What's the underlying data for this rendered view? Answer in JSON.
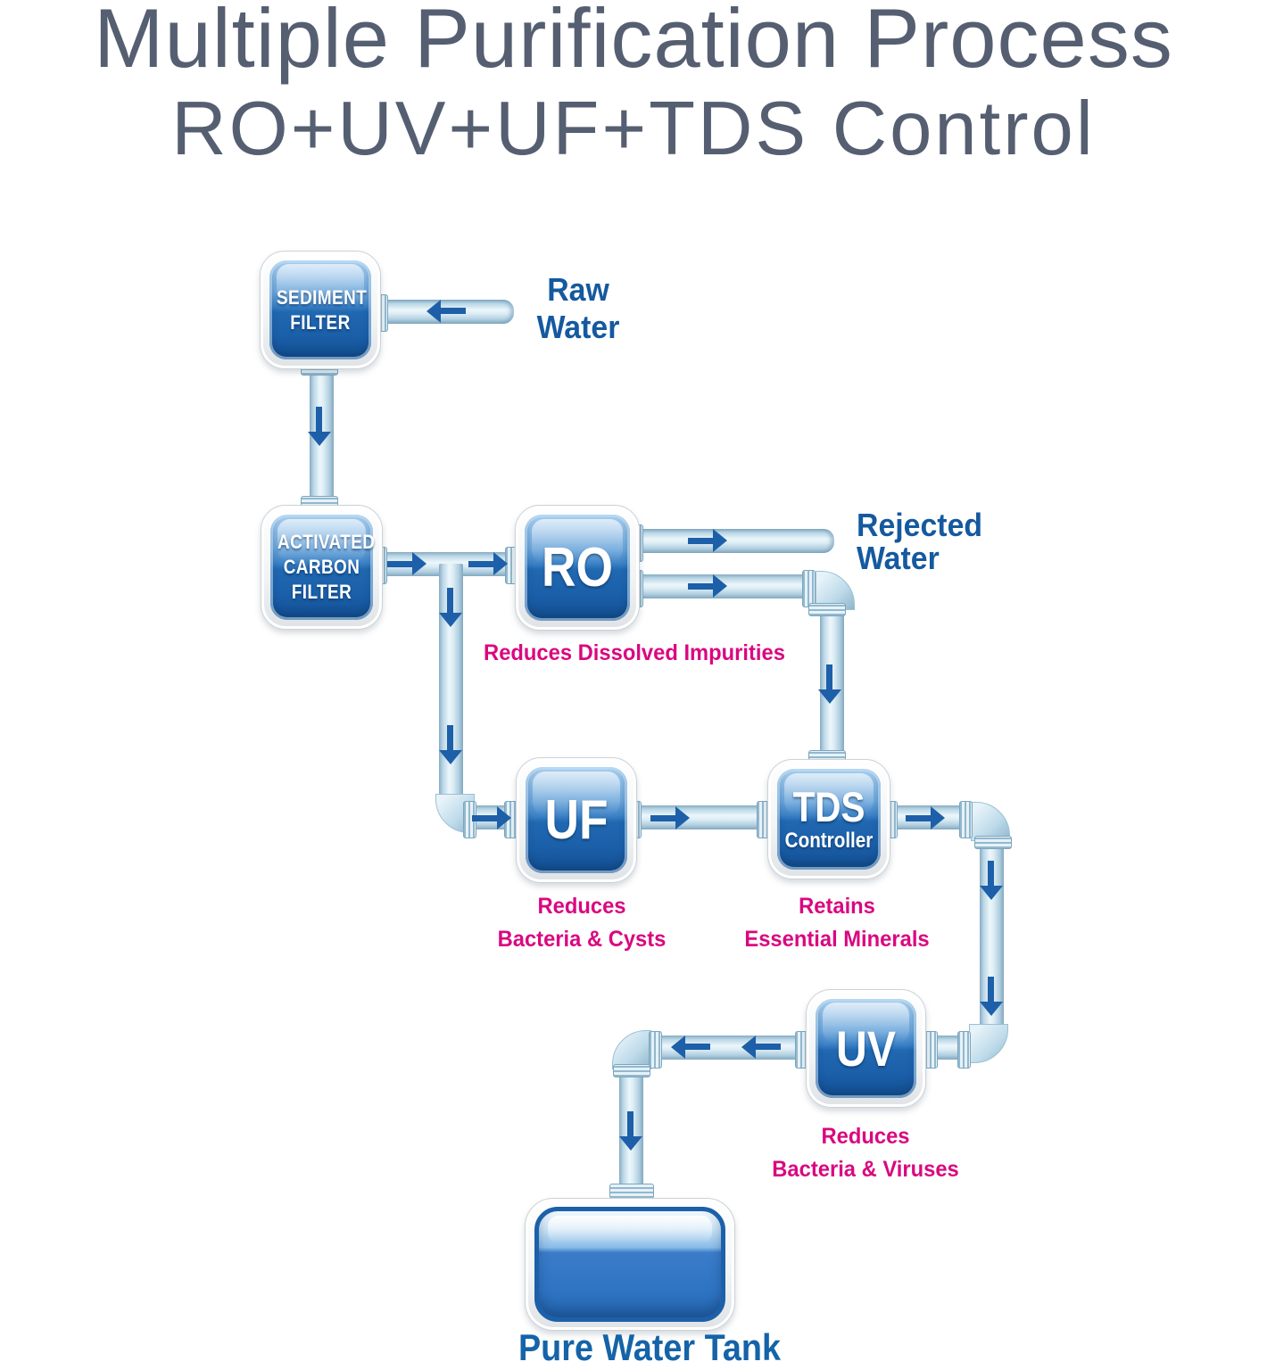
{
  "title": {
    "line1": "Multiple Purification Process",
    "line2": "RO+UV+UF+TDS Control"
  },
  "nodes": {
    "sediment": {
      "line1": "SEDIMENT",
      "line2": "FILTER"
    },
    "carbon": {
      "line1": "ACTIVATED",
      "line2": "CARBON",
      "line3": "FILTER"
    },
    "ro": {
      "label": "RO"
    },
    "uf": {
      "label": "UF"
    },
    "tds": {
      "line1": "TDS",
      "line2": "Controller"
    },
    "uv": {
      "label": "UV"
    },
    "tank": {
      "caption": "Pure Water Tank"
    }
  },
  "streams": {
    "raw": {
      "line1": "Raw",
      "line2": "Water"
    },
    "rejected": {
      "line1": "Rejected",
      "line2": "Water"
    }
  },
  "notes": {
    "ro": "Reduces Dissolved Impurities",
    "uf_line1": "Reduces",
    "uf_line2": "Bacteria & Cysts",
    "tds_line1": "Retains",
    "tds_line2": "Essential Minerals",
    "uv_line1": "Reduces",
    "uv_line2": "Bacteria & Viruses"
  },
  "icons": {
    "flow_arrow": "solid-triangle-flow-arrow"
  },
  "colors": {
    "title_text": "#555f71",
    "node_blue_top": "#a9cfef",
    "node_blue_bottom": "#124e90",
    "pipe_light": "#ecf6fb",
    "pipe_edge": "#86abc2",
    "arrow_blue": "#1d5fa8",
    "stream_label_blue": "#15599f",
    "note_magenta": "#da0780",
    "tank_caption_blue": "#1563a8"
  }
}
